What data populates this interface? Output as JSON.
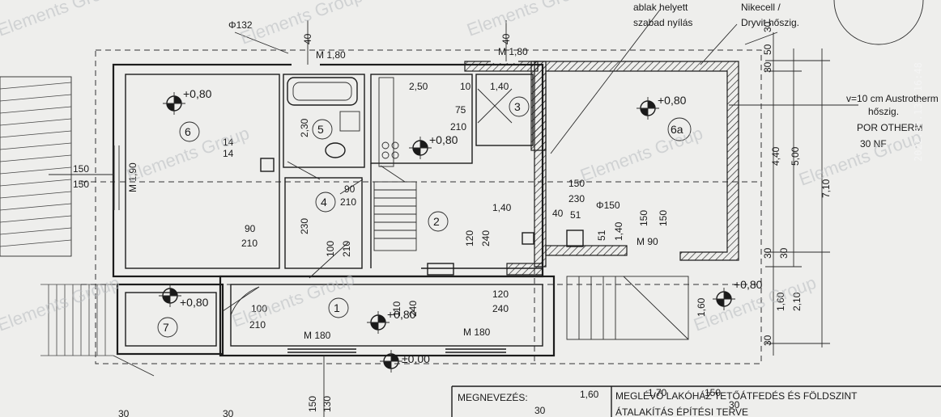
{
  "rooms": [
    {
      "id": "6",
      "label": "6"
    },
    {
      "id": "5",
      "label": "5"
    },
    {
      "id": "3",
      "label": "3"
    },
    {
      "id": "6a",
      "label": "6a"
    },
    {
      "id": "4",
      "label": "4"
    },
    {
      "id": "2",
      "label": "2"
    },
    {
      "id": "1",
      "label": "1"
    },
    {
      "id": "7",
      "label": "7"
    }
  ],
  "levels": {
    "room6": "+0,80",
    "room2": "+0,80",
    "room6a": "+0,80",
    "room7": "+0,80",
    "room1": "+0,80",
    "entry": "±0,00",
    "right_stair": "+0,80"
  },
  "annotations": {
    "top_note": "ablak helyett",
    "top_note2": "szabad nyílás",
    "top_right_note": "Nikecell /",
    "top_right_note2": "Dryvit hőszig.",
    "right_note1": "v=10 cm Austrotherm",
    "right_note2": "hőszig.",
    "right_note3": "POR OTHERM",
    "right_note4": "30 NF",
    "pipe": "Φ132",
    "chimney": "Φ150"
  },
  "dimensions": {
    "m180_top_left": "M 1,80",
    "m180_top_mid": "M 1,80",
    "d250": "2,50",
    "d10": "10",
    "d140_top": "1,40",
    "d75": "75",
    "d210_a": "210",
    "d230_5": "2,30",
    "d14a": "14",
    "d14b": "14",
    "m190": "M 1,90",
    "d150_left_a": "150",
    "d150_left_b": "150",
    "d90": "90",
    "d210_b": "210",
    "d230_v": "230",
    "d100_v": "100",
    "d210_v": "210",
    "d90_4": "90",
    "d210_4": "210",
    "d140_mid": "1,40",
    "d120": "120",
    "d240": "240",
    "d150_6a": "150",
    "d230_6a": "230",
    "d40": "40",
    "d51a": "51",
    "d51b": "51",
    "d140_v": "1,40",
    "d150_v": "150",
    "d150_v2": "150",
    "m90": "M 90",
    "d110": "110",
    "d240_1": "240",
    "d120_b": "120",
    "d240_b": "240",
    "d100_7": "100",
    "d210_7": "210",
    "m180_b1": "M 180",
    "m180_b2": "M 180",
    "r30a": "30",
    "r50": "50",
    "r440": "4,40",
    "r500": "5,00",
    "r710": "7,10",
    "r30b": "30",
    "r30c": "30",
    "r160": "1,60",
    "r210": "2,10",
    "r1160": "1,60",
    "r30d": "30",
    "b150": "150",
    "b130": "130",
    "b30a": "30",
    "b30b": "30",
    "top40a": "40",
    "top40b": "40",
    "top30": "30"
  },
  "title_block": {
    "label1": "MEGNEVEZÉS:",
    "label2": "MEGLÉVŐ LAKÓHÁZ TETŐÁTFEDÉS ÉS FÖLDSZINT",
    "label3": "ÁTALAKÍTÁS ÉPÍTÉSI TERVE",
    "v160": "1,60",
    "v170": "1,70",
    "v150": "150",
    "v30a": "30",
    "v30b": "30"
  },
  "watermark": "Elements Group",
  "photo_timestamp": "2022.05.13. 16:48"
}
